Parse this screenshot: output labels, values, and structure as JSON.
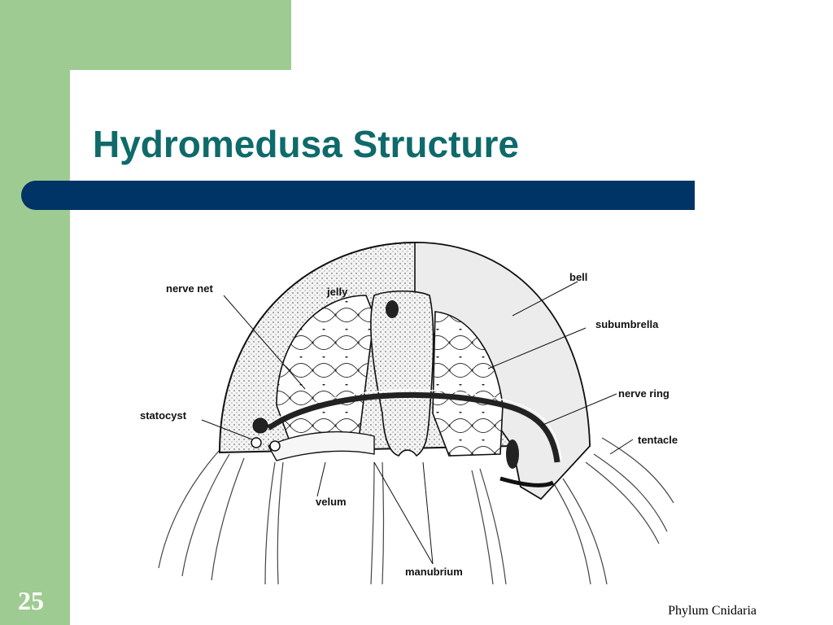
{
  "slide": {
    "title": "Hydromedusa Structure",
    "number": "25",
    "footer": "Phylum Cnidaria"
  },
  "colors": {
    "band_green": "#9ecb92",
    "title_teal": "#0f6a6a",
    "bar_navy": "#003366"
  },
  "diagram": {
    "labels": {
      "nerve_net": "nerve net",
      "jelly": "jelly",
      "bell": "bell",
      "subumbrella": "subumbrella",
      "nerve_ring": "nerve ring",
      "statocyst": "statocyst",
      "tentacle": "tentacle",
      "velum": "velum",
      "manubrium": "manubrium"
    }
  }
}
